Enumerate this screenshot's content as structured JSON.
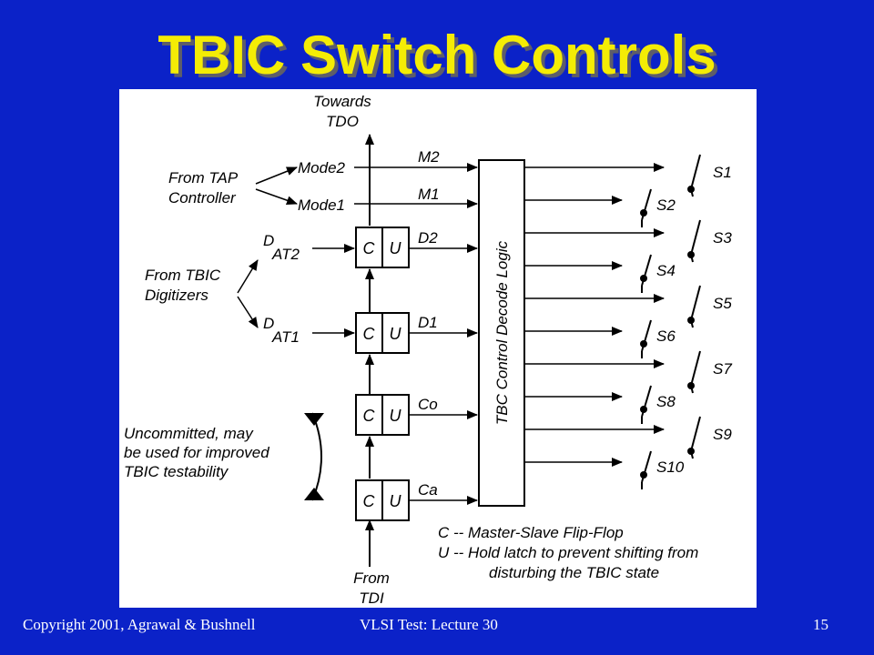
{
  "slide": {
    "title": "TBIC Switch Controls",
    "footer_left": "Copyright 2001, Agrawal & Bushnell",
    "footer_center": "VLSI Test: Lecture 30",
    "page_number": "15"
  },
  "diagram": {
    "towards_tdo": [
      "Towards",
      "TDO"
    ],
    "from_tdi": [
      "From",
      "TDI"
    ],
    "from_tap": [
      "From TAP",
      "Controller"
    ],
    "from_tbic": [
      "From TBIC",
      "Digitizers"
    ],
    "uncommitted": [
      "Uncommitted, may",
      "be used for improved",
      "TBIC testability"
    ],
    "mode2": "Mode2",
    "mode1": "Mode1",
    "dat2_d": "D",
    "dat2_sub": "AT2",
    "dat1_d": "D",
    "dat1_sub": "AT1",
    "signals": [
      "M2",
      "M1",
      "D2",
      "D1",
      "Co",
      "Ca"
    ],
    "cell_c": "C",
    "cell_u": "U",
    "decode_logic": "TBC Control Decode Logic",
    "switches": [
      "S1",
      "S2",
      "S3",
      "S4",
      "S5",
      "S6",
      "S7",
      "S8",
      "S9",
      "S10"
    ],
    "legend": [
      "C -- Master-Slave Flip-Flop",
      "U -- Hold latch to prevent shifting from",
      "disturbing the TBIC state"
    ]
  }
}
